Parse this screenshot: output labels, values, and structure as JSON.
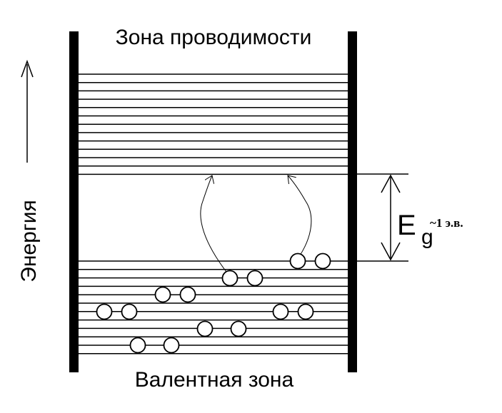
{
  "diagram": {
    "conduction_band_label": "Зона проводимости",
    "valence_band_label": "Валентная зона",
    "energy_axis_label": "Энергия",
    "gap_symbol": "E",
    "gap_subscript": "g",
    "gap_value_label": "~1 э.в.",
    "line_color": "#000000",
    "background_color": "#ffffff"
  }
}
